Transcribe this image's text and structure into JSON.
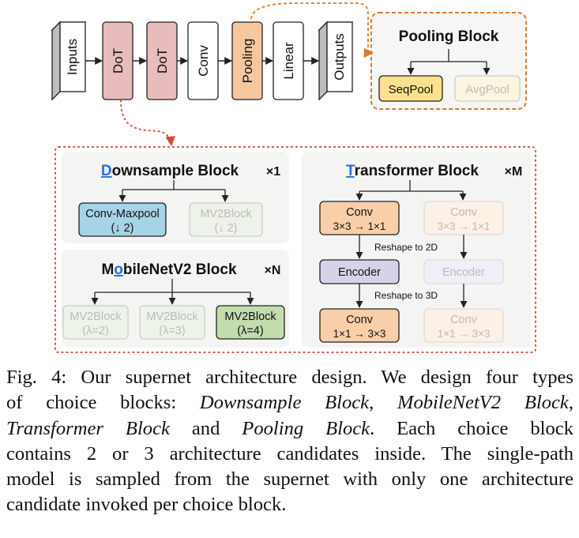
{
  "pipeline": {
    "stages": [
      {
        "id": "inputs",
        "label": "Inputs",
        "style": "prism"
      },
      {
        "id": "dot1",
        "label": "DoT",
        "style": "dot"
      },
      {
        "id": "dot2",
        "label": "DoT",
        "style": "dot"
      },
      {
        "id": "conv",
        "label": "Conv",
        "style": "plain"
      },
      {
        "id": "pooling",
        "label": "Pooling",
        "style": "pool"
      },
      {
        "id": "linear",
        "label": "Linear",
        "style": "plain"
      },
      {
        "id": "outputs",
        "label": "Outputs",
        "style": "prism"
      }
    ]
  },
  "pooling_block": {
    "title": "Pooling Block",
    "options": [
      {
        "label": "SeqPool",
        "active": true
      },
      {
        "label": "AvgPool",
        "active": false
      }
    ]
  },
  "downsample_block": {
    "title_first": "D",
    "title_rest": "ownsample Block",
    "multiplier": "×1",
    "options": [
      {
        "line1": "Conv-Maxpool",
        "line2": "(↓ 2)",
        "active": true
      },
      {
        "line1": "MV2Block",
        "line2": "(↓ 2)",
        "active": false
      }
    ]
  },
  "mobilenet_block": {
    "title_pre": "M",
    "title_hl": "o",
    "title_rest": "bileNetV2 Block",
    "multiplier": "×N",
    "options": [
      {
        "line1": "MV2Block",
        "line2": "(λ=2)",
        "active": false
      },
      {
        "line1": "MV2Block",
        "line2": "(λ=3)",
        "active": false
      },
      {
        "line1": "MV2Block",
        "line2": "(λ=4)",
        "active": true
      }
    ]
  },
  "transformer_block": {
    "title_first": "T",
    "title_rest": "ransformer Block",
    "multiplier": "×M",
    "reshape_2d": "Reshape to 2D",
    "reshape_3d": "Reshape to 3D",
    "active_path": {
      "conv1": {
        "line1": "Conv",
        "line2": "3×3 → 1×1"
      },
      "encoder": "Encoder",
      "conv2": {
        "line1": "Conv",
        "line2": "1×1 → 3×3"
      }
    },
    "inactive_path": {
      "conv1": {
        "line1": "Conv",
        "line2": "3×3 → 1×1"
      },
      "encoder": "Encoder",
      "conv2": {
        "line1": "Conv",
        "line2": "1×1 → 3×3"
      }
    }
  },
  "caption": {
    "lines": [
      [
        {
          "t": "Fig. 4: Our supernet architecture design. We design four types"
        }
      ],
      [
        {
          "t": "of choice blocks: "
        },
        {
          "t": "Downsample Block",
          "i": true
        },
        {
          "t": ", "
        },
        {
          "t": "MobileNetV2 Block",
          "i": true
        },
        {
          "t": ","
        }
      ],
      [
        {
          "t": "Transformer Block",
          "i": true
        },
        {
          "t": " and "
        },
        {
          "t": "Pooling Block",
          "i": true
        },
        {
          "t": ". Each choice block"
        }
      ],
      [
        {
          "t": "contains 2 or 3 architecture candidates inside. The single-path"
        }
      ],
      [
        {
          "t": "model is sampled from the supernet with only one architecture"
        }
      ],
      [
        {
          "t": "candidate invoked per choice block."
        }
      ]
    ]
  },
  "colors": {
    "dot_fill": "#e8bcbc",
    "pool_fill": "#f6c79f",
    "accent_orange": "#e07b2a",
    "accent_red": "#d04a3a",
    "title_blue": "#2a6fd6",
    "seqpool_fill": "#fbe08f",
    "convmax_fill": "#a6d3e6",
    "mv2_active_fill": "#c3dcae",
    "tconv_fill": "#f8cfa8",
    "encoder_fill": "#d8d2e8",
    "panel_bg": "#f4f4f2"
  }
}
